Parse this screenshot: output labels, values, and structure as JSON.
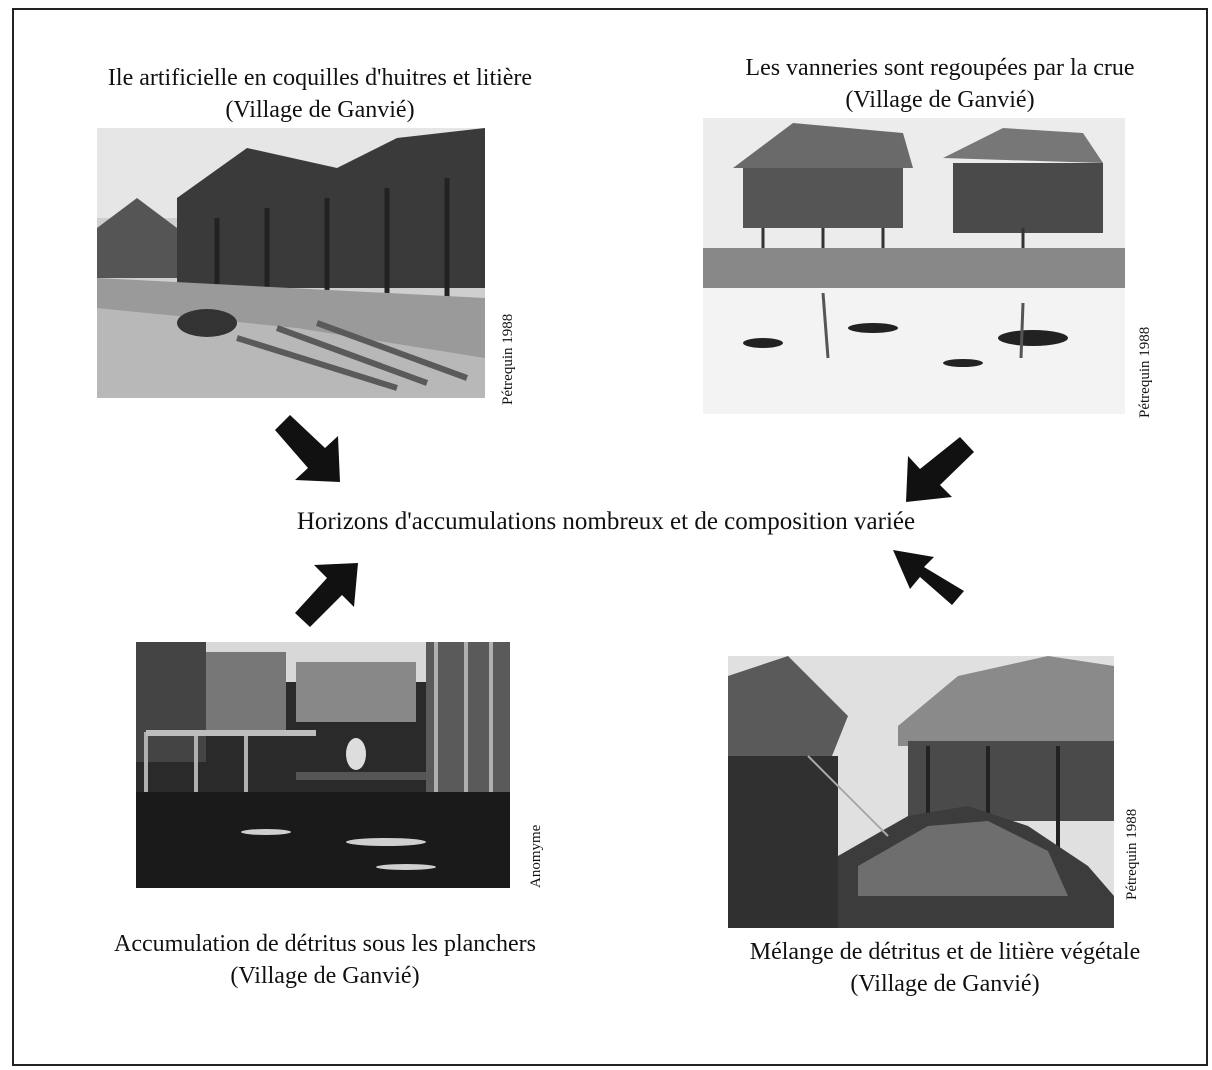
{
  "center": {
    "text": "Horizons d'accumulations nombreux et de composition variée"
  },
  "panels": [
    {
      "caption_line1": "Ile artificielle en coquilles d'huitres et litière",
      "caption_line2": "(Village de Ganvié)",
      "credit": "Pétrequin 1988"
    },
    {
      "caption_line1": "Les vanneries sont regoupées par la crue",
      "caption_line2": "(Village de Ganvié)",
      "credit": "Pétrequin 1988"
    },
    {
      "caption_line1": "Accumulation de détritus sous les planchers",
      "caption_line2": "(Village de Ganvié)",
      "credit": "Anomyme"
    },
    {
      "caption_line1": "Mélange de détritus et de litière végétale",
      "caption_line2": "(Village de Ganvié)",
      "credit": "Pétrequin 1988"
    }
  ],
  "colors": {
    "arrow": "#111111",
    "border": "#222222"
  }
}
